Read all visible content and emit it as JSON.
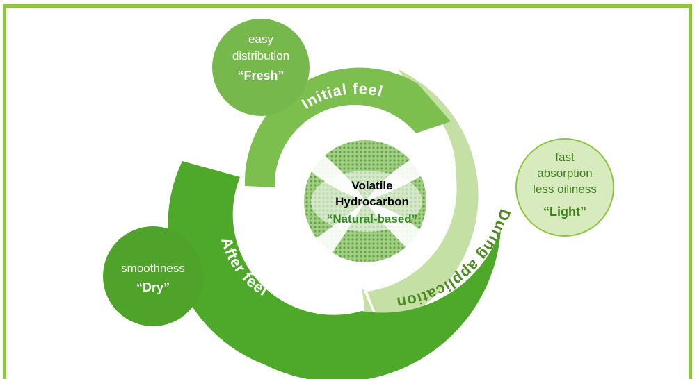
{
  "colors": {
    "frame": "#8cc63f",
    "initial_band": "#7cbf4f",
    "during_band": "#c5e0a5",
    "after_band": "#4ea829",
    "fresh_bubble": "#77b84c",
    "light_bubble": "#d7ebbf",
    "dry_bubble": "#4fa32a",
    "center_swirl": "#8dbf6e",
    "natural_text": "#2e8b1f"
  },
  "bubbles": {
    "fresh": {
      "line1": "easy",
      "line2": "distribution",
      "quote": "“Fresh”"
    },
    "light": {
      "line1": "fast",
      "line2": "absorption",
      "line3": "less oiliness",
      "quote": "“Light”"
    },
    "dry": {
      "line1": "smoothness",
      "quote": "“Dry”"
    }
  },
  "bands": {
    "initial": "Initial feel",
    "during": "During application",
    "after": "After feel"
  },
  "center": {
    "line1": "Volatile",
    "line2": "Hydrocarbon",
    "line3": "“Natural-based”"
  }
}
